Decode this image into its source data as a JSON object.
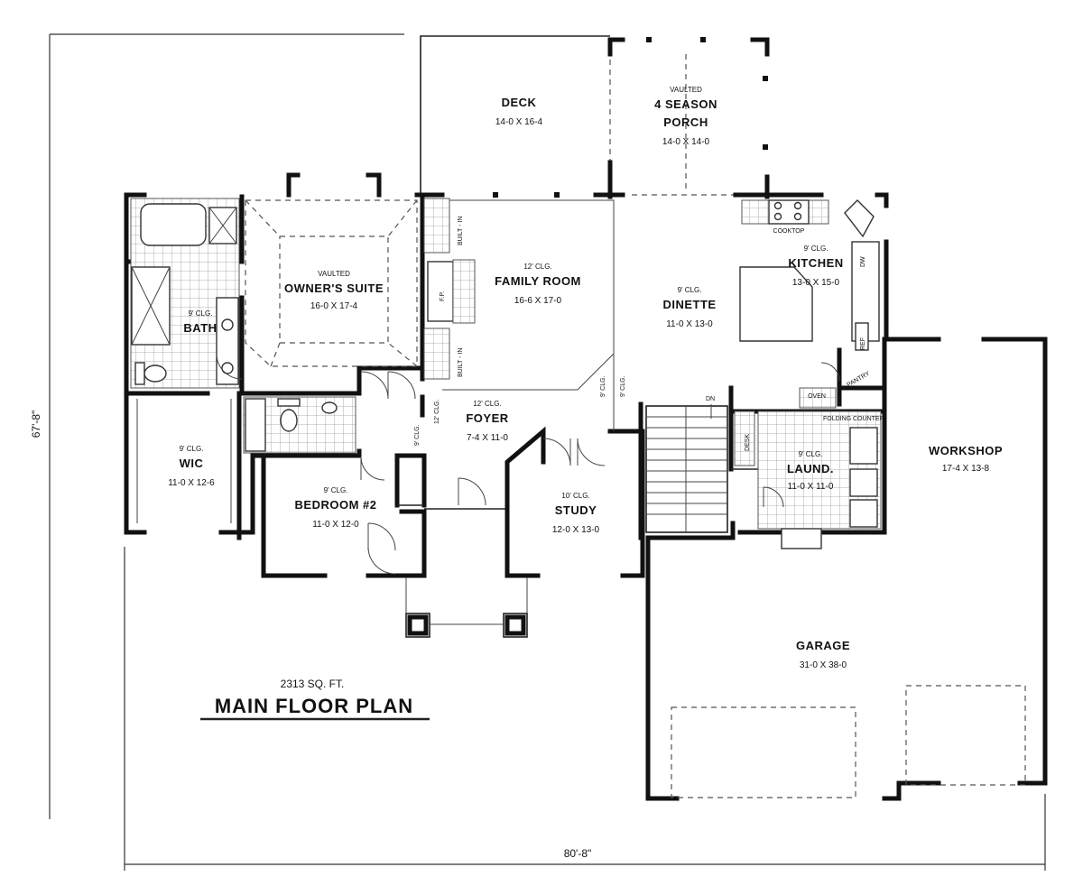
{
  "plan": {
    "square_feet": "2313 SQ. FT.",
    "title": "MAIN FLOOR PLAN",
    "dim_width": "80'-8\"",
    "dim_depth": "67'-8\""
  },
  "rooms": {
    "deck": {
      "name": "DECK",
      "size": "14-0 X 16-4"
    },
    "porch": {
      "note": "VAULTED",
      "name1": "4 SEASON",
      "name2": "PORCH",
      "size": "14-0 X 14-0"
    },
    "owners": {
      "note": "VAULTED",
      "name": "OWNER'S SUITE",
      "size": "16-0 X 17-4"
    },
    "family": {
      "clg": "12' CLG.",
      "name": "FAMILY ROOM",
      "size": "16-6 X 17-0"
    },
    "dinette": {
      "clg": "9' CLG.",
      "name": "DINETTE",
      "size": "11-0 X 13-0"
    },
    "kitchen": {
      "clg": "9' CLG.",
      "name": "KITCHEN",
      "size": "13-0 X 15-0"
    },
    "bath": {
      "clg": "9' CLG.",
      "name": "BATH"
    },
    "wic": {
      "clg": "9' CLG.",
      "name": "WIC",
      "size": "11-0 X 12-6"
    },
    "bedroom2": {
      "clg": "9' CLG.",
      "name": "BEDROOM #2",
      "size": "11-0 X 12-0"
    },
    "foyer": {
      "clg": "12' CLG.",
      "name": "FOYER",
      "size": "7-4 X 11-0"
    },
    "study": {
      "clg": "10' CLG.",
      "name": "STUDY",
      "size": "12-0 X 13-0"
    },
    "laundry": {
      "clg": "9' CLG.",
      "name": "LAUND.",
      "size": "11-0 X 11-0"
    },
    "workshop": {
      "name": "WORKSHOP",
      "size": "17-4 X 13-8"
    },
    "garage": {
      "name": "GARAGE",
      "size": "31-0 X 38-0"
    }
  },
  "labels": {
    "cooktop": "COOKTOP",
    "ref": "REF",
    "pantry": "PANTRY",
    "oven": "OVEN",
    "folding_counter": "FOLDING COUNTER",
    "dn": "DN",
    "built_in_a": "BUILT - IN",
    "built_in_b": "BUILT - IN",
    "fp": "F.P.",
    "dw": "DW",
    "desk": "DESK",
    "clg9_a": "9' CLG.",
    "clg9_b": "9' CLG.",
    "clg9_c": "9' CLG.",
    "clg12_a": "12' CLG."
  }
}
